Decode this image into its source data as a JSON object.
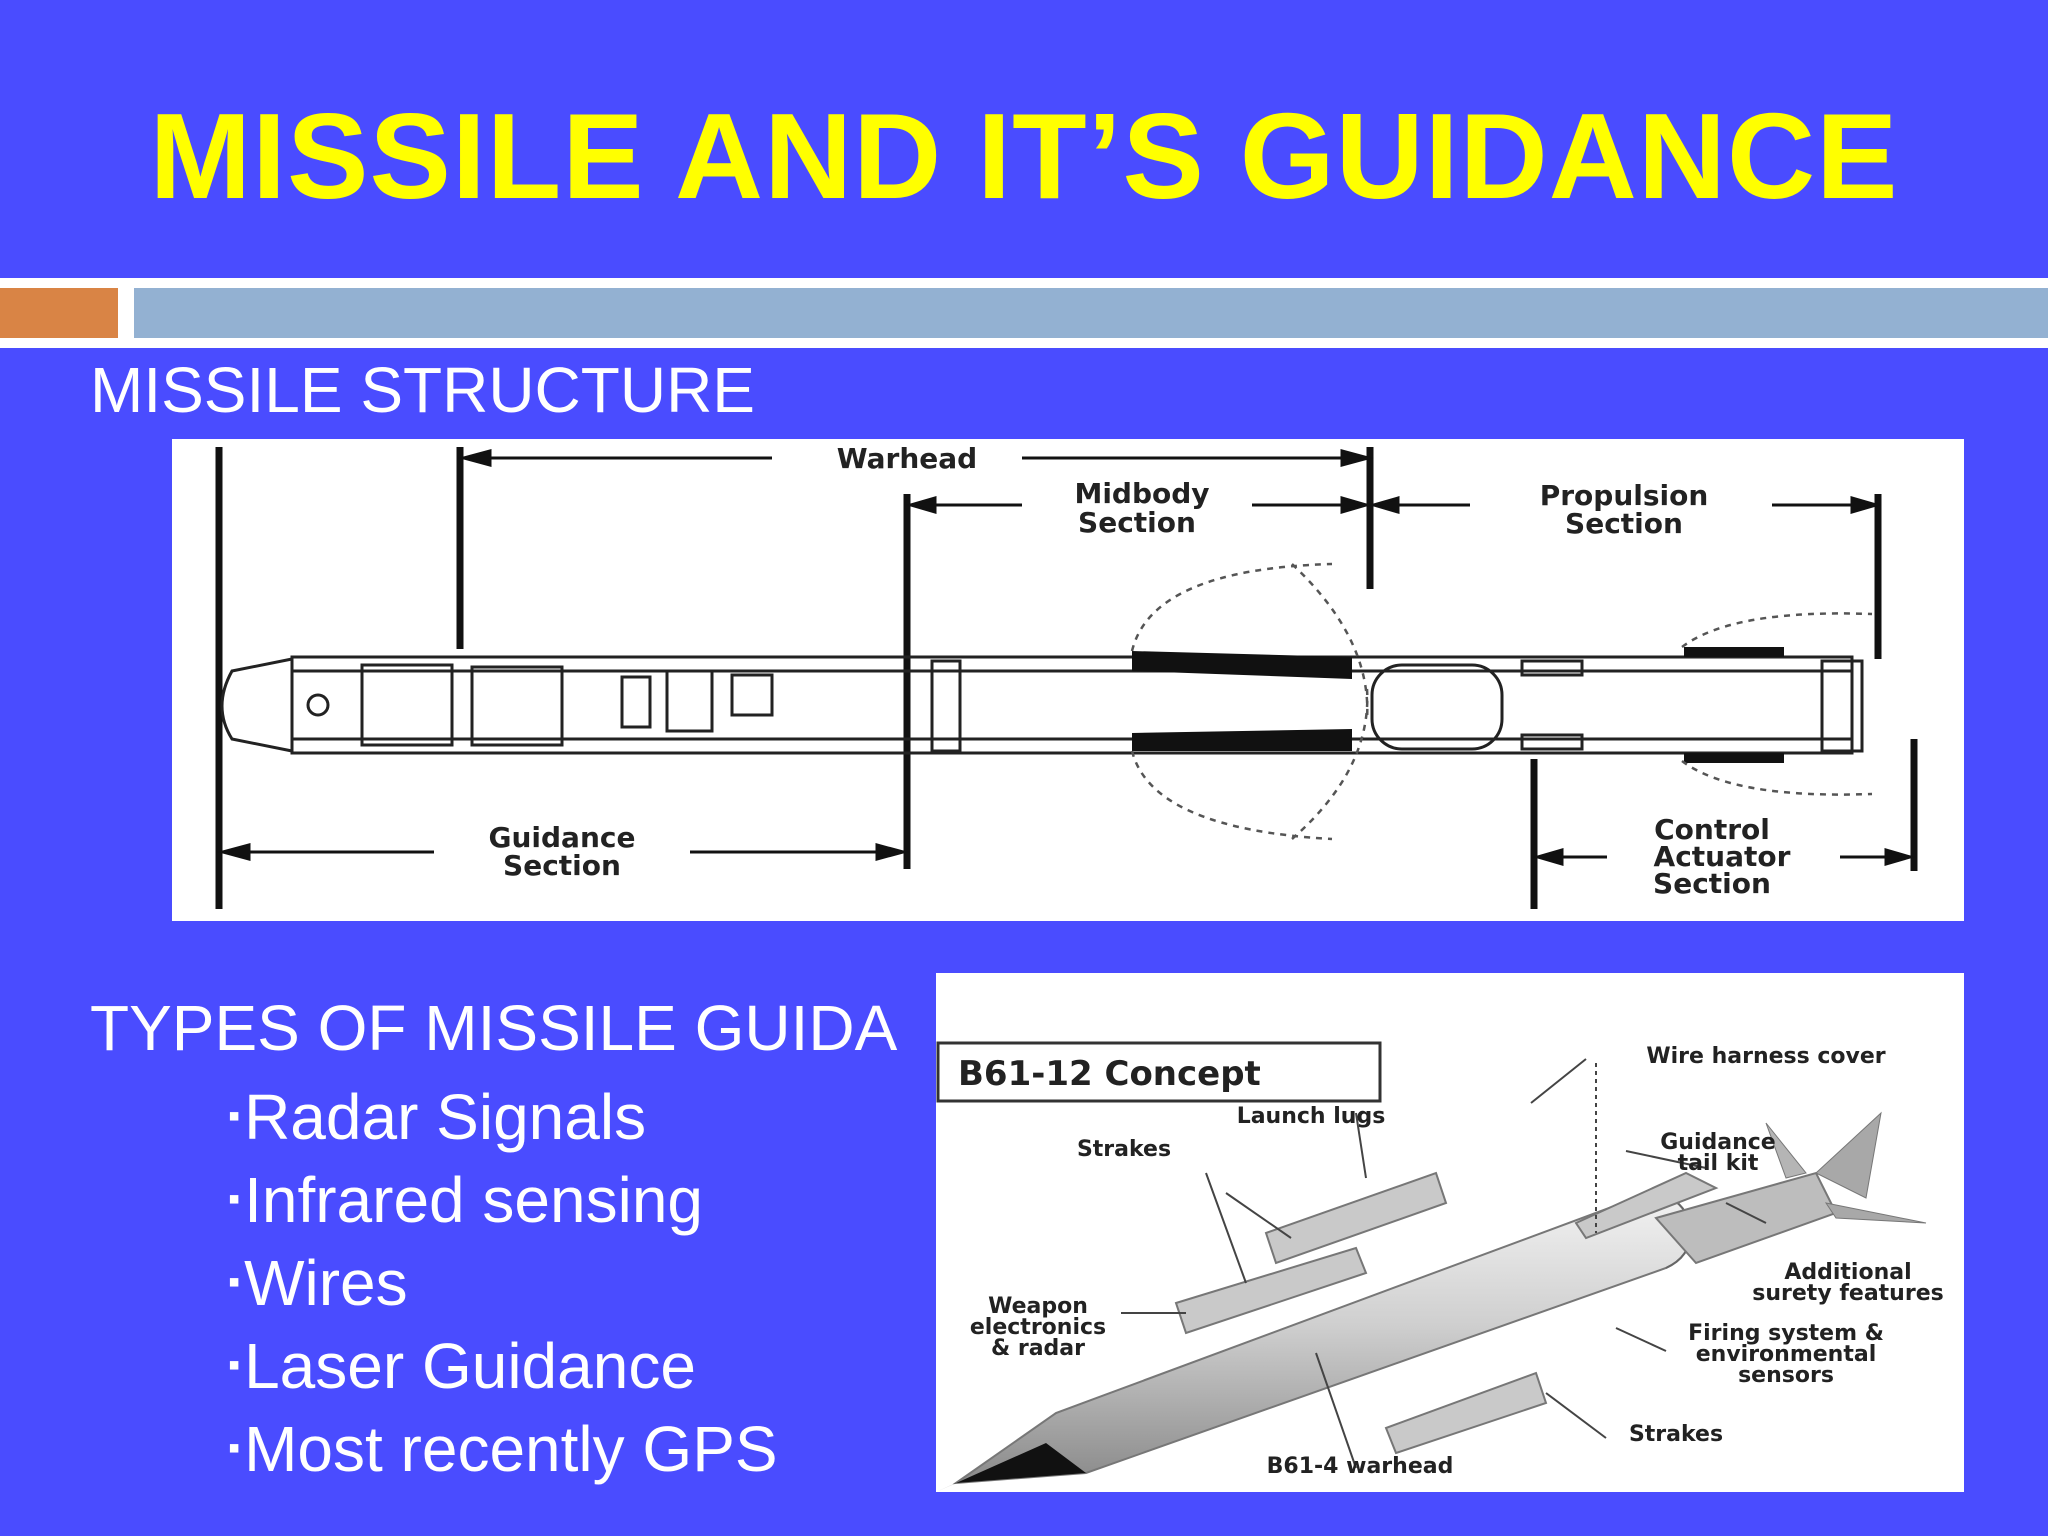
{
  "slide": {
    "title": "MISSILE AND IT’S GUIDANCE",
    "structure_heading": "MISSILE STRUCTURE",
    "types_heading": "TYPES OF MISSILE GUIDA",
    "bullet_marker": "▪",
    "bullets": [
      "Radar Signals",
      "Infrared sensing",
      "Wires",
      "Laser Guidance",
      "Most recently GPS"
    ]
  },
  "structure_diagram": {
    "warhead": "Warhead",
    "midbody_1": "Midbody",
    "midbody_2": "Section",
    "propulsion_1": "Propulsion",
    "propulsion_2": "Section",
    "guidance_1": "Guidance",
    "guidance_2": "Section",
    "control_1": "Control",
    "control_2": "Actuator",
    "control_3": "Section"
  },
  "concept_diagram": {
    "title": "B61-12 Concept",
    "wire_harness": "Wire harness cover",
    "launch_lugs": "Launch lugs",
    "strakes_top": "Strakes",
    "guidance_tail_1": "Guidance",
    "guidance_tail_2": "tail kit",
    "additional_1": "Additional",
    "additional_2": "surety features",
    "weapon_1": "Weapon",
    "weapon_2": "electronics",
    "weapon_3": "& radar",
    "firing_1": "Firing system &",
    "firing_2": "environmental",
    "firing_3": "sensors",
    "strakes_bottom": "Strakes",
    "warhead": "B61-4 warhead"
  },
  "colors": {
    "background": "#4a4cff",
    "title": "#ffff00",
    "divider_orange": "#d98445",
    "divider_blue": "#93b1d2"
  }
}
